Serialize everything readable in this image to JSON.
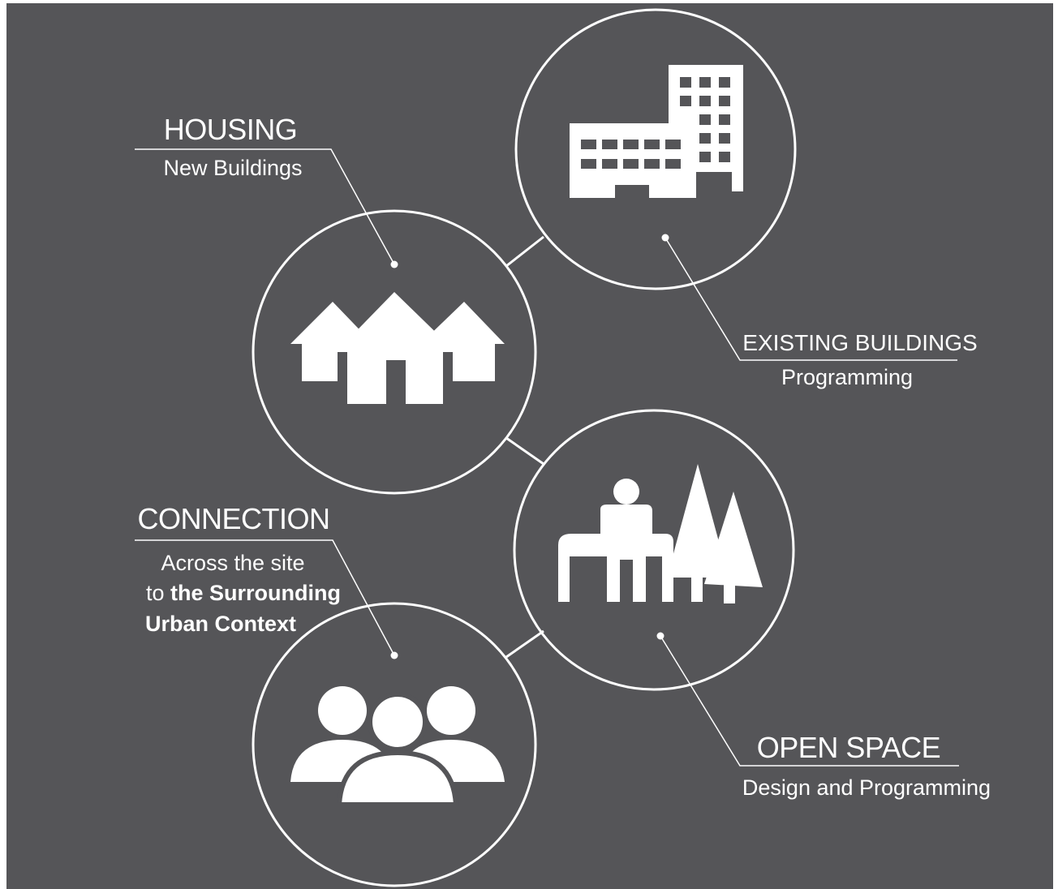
{
  "diagram": {
    "background_color": "#555558",
    "line_color": "#ffffff",
    "nodes": [
      {
        "id": "housing",
        "icon": "houses-icon",
        "title": "HOUSING",
        "subtitle": "New Buildings"
      },
      {
        "id": "existing",
        "icon": "buildings-icon",
        "title": "EXISTING BUILDINGS",
        "subtitle": "Programming"
      },
      {
        "id": "open_space",
        "icon": "park-person-trees-icon",
        "title": "OPEN SPACE",
        "subtitle": "Design and Programming"
      },
      {
        "id": "connection",
        "icon": "people-group-icon",
        "title": "CONNECTION",
        "subtitle_line1": "Across the site",
        "subtitle_line2_prefix": "to ",
        "subtitle_line2_bold": "the Surrounding",
        "subtitle_line3": "Urban Context"
      }
    ]
  }
}
